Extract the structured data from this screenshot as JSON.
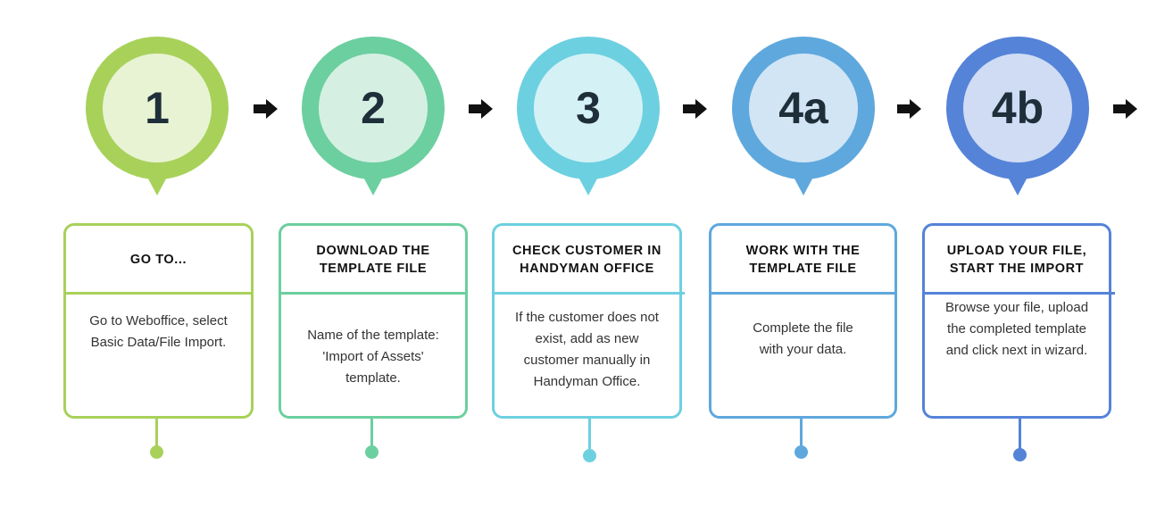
{
  "steps": [
    {
      "number": "1",
      "title": "GO TO...",
      "text": "Go to Weboffice, select Basic Data/File Import.",
      "color": "#a8d15a",
      "inner_color": "#e8f3d3"
    },
    {
      "number": "2",
      "title": "DOWNLOAD THE TEMPLATE FILE",
      "text": "Name of the template: 'Import of Assets' template.",
      "color": "#6ccf9f",
      "inner_color": "#d5f0e3"
    },
    {
      "number": "3",
      "title": "CHECK CUSTOMER IN HANDYMAN OFFICE",
      "text": "If the customer does not exist, add as new customer manually in Handyman Office.",
      "color": "#6dd0e0",
      "inner_color": "#d4f1f6"
    },
    {
      "number": "4a",
      "title": "WORK WITH THE TEMPLATE FILE",
      "text": "Complete the file with your data.",
      "color": "#5ea8dd",
      "inner_color": "#d1e5f5"
    },
    {
      "number": "4b",
      "title": "UPLOAD YOUR FILE, START THE IMPORT",
      "text": "Browse your file, upload the completed template and click next in wizard.",
      "color": "#5583d8",
      "inner_color": "#cfdcf4"
    }
  ],
  "arrow_color": "#111111",
  "arrow_icon": "arrow-right-icon"
}
